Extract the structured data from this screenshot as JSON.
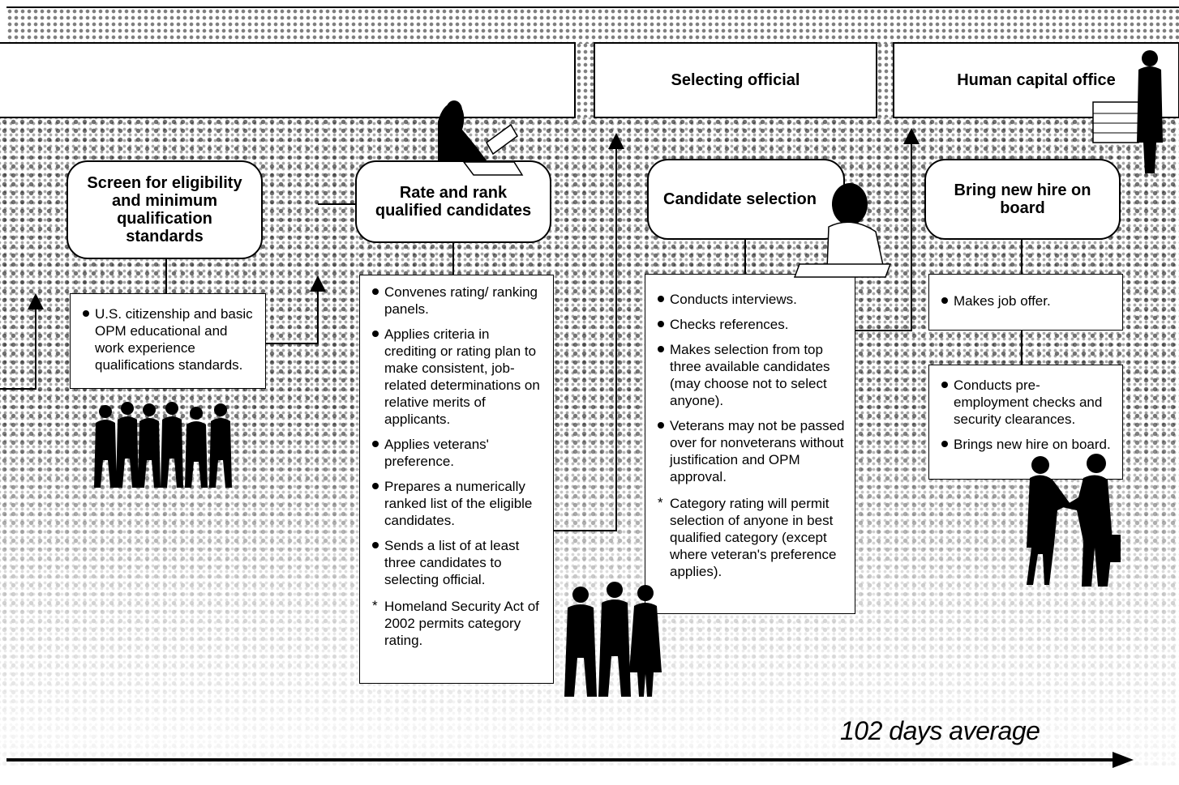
{
  "header": {
    "columns": [
      {
        "label": ""
      },
      {
        "label": "Selecting official"
      },
      {
        "label": "Human capital office"
      }
    ]
  },
  "steps": [
    {
      "title": "Screen for eligibility and minimum qualification standards",
      "bullets": [
        "U.S. citizenship and basic OPM educational and work experience qualifications standards."
      ],
      "notes": []
    },
    {
      "title": "Rate and rank qualified candidates",
      "bullets": [
        "Convenes rating/ ranking panels.",
        "Applies criteria in crediting or rating plan to make consistent, job-related determinations on relative merits of applicants.",
        "Applies veterans' preference.",
        "Prepares a numerically ranked list of the eligible candidates.",
        "Sends a list of at least three candidates to selecting official."
      ],
      "notes": [
        "Homeland Security Act of 2002 permits category rating."
      ]
    },
    {
      "title": "Candidate selection",
      "bullets": [
        "Conducts interviews.",
        "Checks references.",
        "Makes selection from top three available candidates (may choose not to select anyone).",
        "Veterans may not be passed over for nonveterans without justification and OPM approval."
      ],
      "notes": [
        "Category rating will permit selection of anyone in best qualified category (except where veteran's preference applies)."
      ]
    },
    {
      "title": "Bring new hire on board",
      "bullets": [
        "Makes job offer."
      ],
      "extra_bullets": [
        "Conducts pre-employment checks and security clearances.",
        "Brings new hire on board."
      ],
      "notes": []
    }
  ],
  "footer": {
    "timeline_label": "102 days average"
  },
  "icons": [
    "group-of-people-icon",
    "woman-at-desk-icon",
    "three-people-icon",
    "person-on-phone-icon",
    "businessman-icon",
    "handshake-icon"
  ]
}
